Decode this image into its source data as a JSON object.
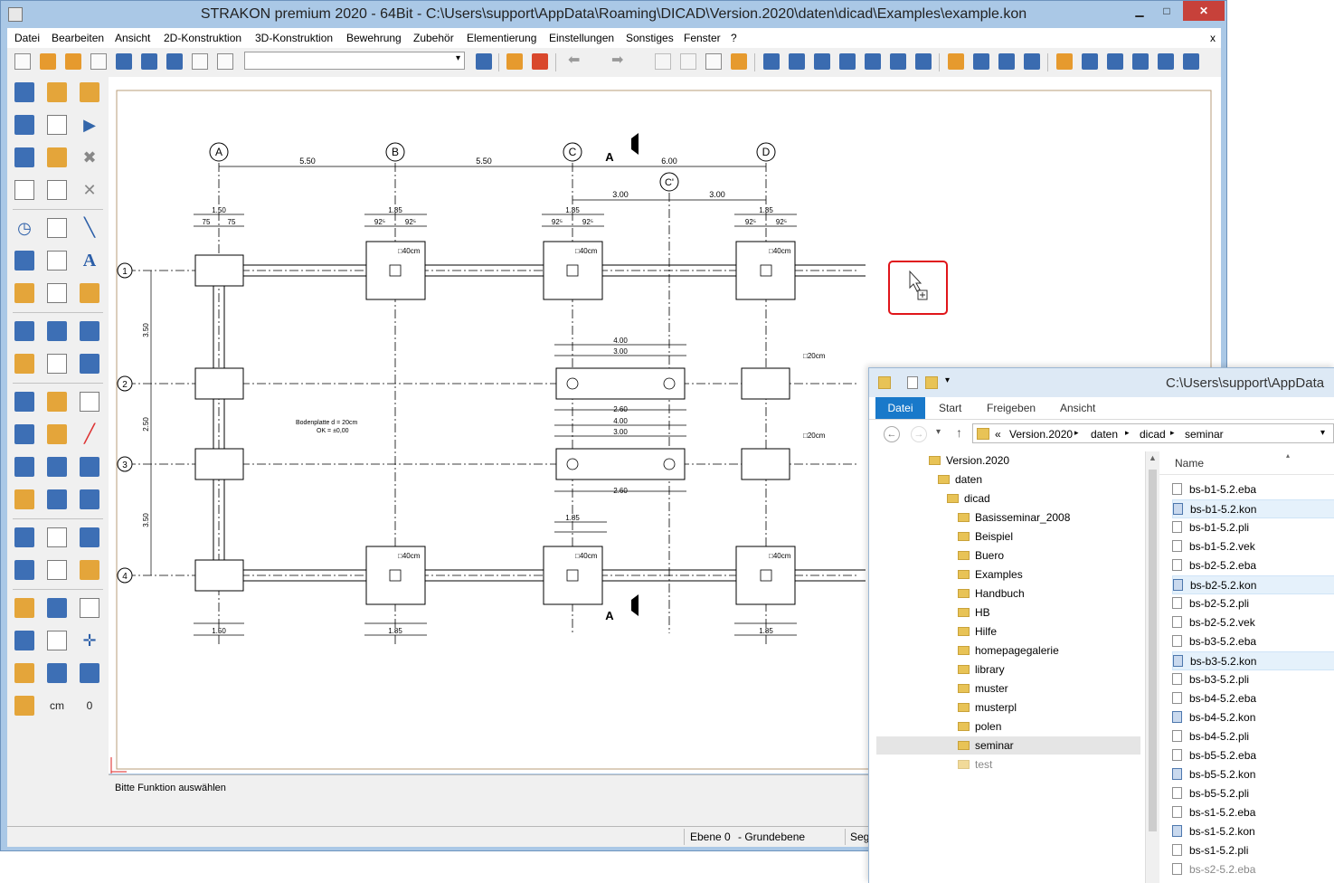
{
  "window": {
    "title": "STRAKON premium 2020  - 64Bit  - C:\\Users\\support\\AppData\\Roaming\\DICAD\\Version.2020\\daten\\dicad\\Examples\\example.kon",
    "min_glyph": "▁",
    "max_glyph": "□",
    "close_glyph": "✕"
  },
  "menu": [
    "Datei",
    "Bearbeiten",
    "Ansicht",
    "2D-Konstruktion",
    "3D-Konstruktion",
    "Bewehrung",
    "Zubehör",
    "Elementierung",
    "Einstellungen",
    "Sonstiges",
    "Fenster",
    "?"
  ],
  "menu_close": "x",
  "toolbar": {
    "combo_value": ""
  },
  "leftbar_text": {
    "cm": "cm",
    "zero": "0"
  },
  "drawing": {
    "axes": [
      "A",
      "B",
      "C",
      "D"
    ],
    "axis_c_prime": "C'",
    "rows": [
      "1",
      "2",
      "3",
      "4"
    ],
    "section_mark": "A",
    "dims_top": [
      "5.50",
      "5.50",
      "6.00"
    ],
    "dims_c": [
      "3.00",
      "3.00"
    ],
    "note_line1": "Bodenplatte  d = 20cm",
    "note_line2": "OK = ±0,00",
    "col_label": "□40cm",
    "dim_150": "1.50",
    "dim_185": "1.85",
    "dim_75": "75",
    "dim_925": "92⁵",
    "dim_400": "4.00",
    "dim_300": "3.00",
    "dim_260": "2.60",
    "dim_350": "3.50",
    "dim_250": "2.50",
    "small_20": "□20cm"
  },
  "cmdline": {
    "prompt": "Bitte Funktion auswählen"
  },
  "status": {
    "layer": "Ebene 0",
    "layer_name": "- Grundebene",
    "seg": "Seg"
  },
  "explorer": {
    "title": "C:\\Users\\support\\AppData",
    "ribbon_tabs": [
      "Datei",
      "Start",
      "Freigeben",
      "Ansicht"
    ],
    "breadcrumb": [
      "«",
      "Version.2020",
      "daten",
      "dicad",
      "seminar"
    ],
    "tree": [
      "Version.2020",
      "daten",
      "dicad",
      "Basisseminar_2008",
      "Beispiel",
      "Buero",
      "Examples",
      "Handbuch",
      "HB",
      "Hilfe",
      "homepagegalerie",
      "library",
      "muster",
      "musterpl",
      "polen",
      "seminar",
      "test"
    ],
    "column_name": "Name",
    "files": [
      "bs-b1-5.2.eba",
      "bs-b1-5.2.kon",
      "bs-b1-5.2.pli",
      "bs-b1-5.2.vek",
      "bs-b2-5.2.eba",
      "bs-b2-5.2.kon",
      "bs-b2-5.2.pli",
      "bs-b2-5.2.vek",
      "bs-b3-5.2.eba",
      "bs-b3-5.2.kon",
      "bs-b3-5.2.pli",
      "bs-b4-5.2.eba",
      "bs-b4-5.2.kon",
      "bs-b4-5.2.pli",
      "bs-b5-5.2.eba",
      "bs-b5-5.2.kon",
      "bs-b5-5.2.pli",
      "bs-s1-5.2.eba",
      "bs-s1-5.2.kon",
      "bs-s1-5.2.pli",
      "bs-s2-5.2.eba"
    ]
  }
}
